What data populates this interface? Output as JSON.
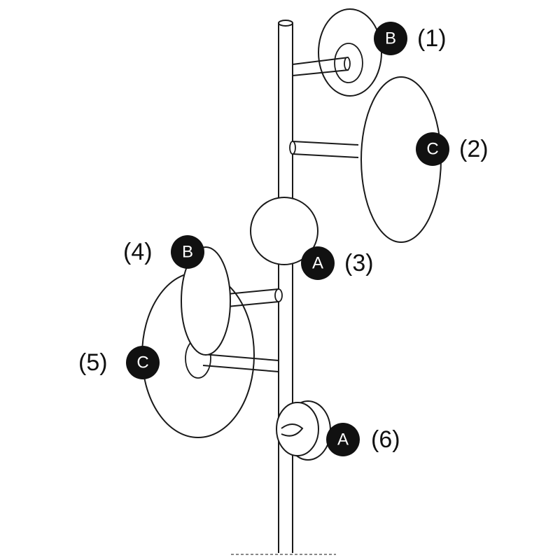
{
  "callouts": [
    {
      "letter": "B",
      "number": "(1)"
    },
    {
      "letter": "C",
      "number": "(2)"
    },
    {
      "letter": "A",
      "number": "(3)"
    },
    {
      "letter": "B",
      "number": "(4)"
    },
    {
      "letter": "C",
      "number": "(5)"
    },
    {
      "letter": "A",
      "number": "(6)"
    }
  ],
  "colors": {
    "line": "#1a1a1a",
    "badge": "#111111",
    "badge_text": "#ffffff",
    "background": "#ffffff"
  }
}
